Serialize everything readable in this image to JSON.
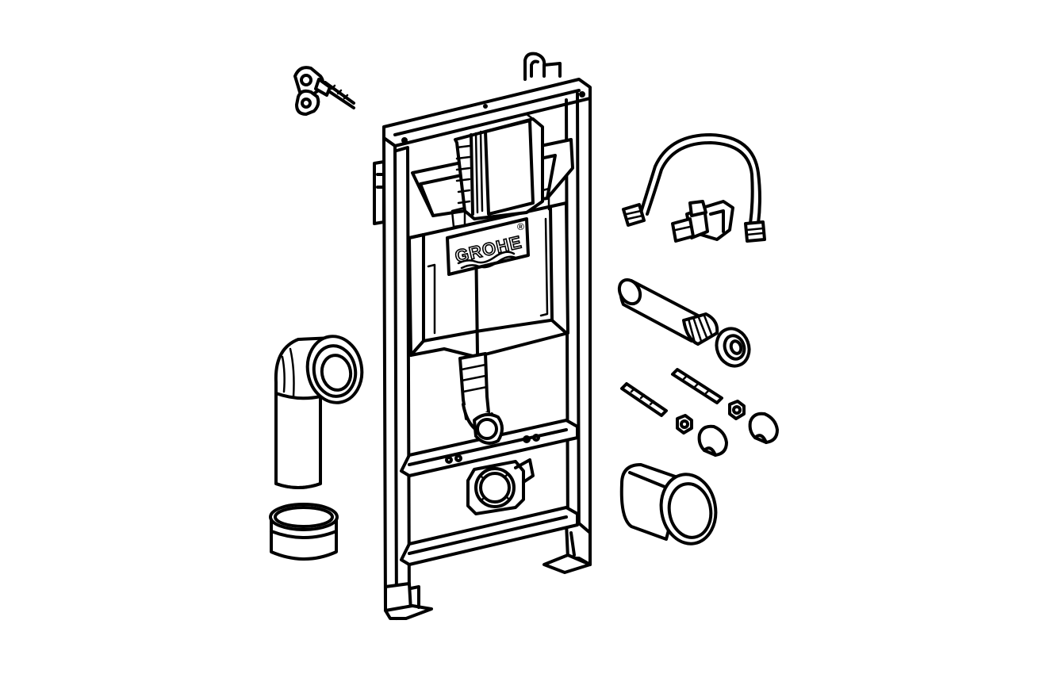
{
  "diagram": {
    "brand_label": "GROHE",
    "brand_mark": "®",
    "colors": {
      "stroke": "#000000",
      "background": "#ffffff"
    },
    "parts": [
      "wall-bracket",
      "installation-frame",
      "cistern",
      "flush-actuator-box",
      "water-supply-hose",
      "angle-valve",
      "connection-pipe",
      "pipe-seal",
      "threaded-rods",
      "nuts",
      "cap-nuts",
      "drain-bend",
      "drain-sleeve",
      "inlet-sleeve"
    ]
  }
}
